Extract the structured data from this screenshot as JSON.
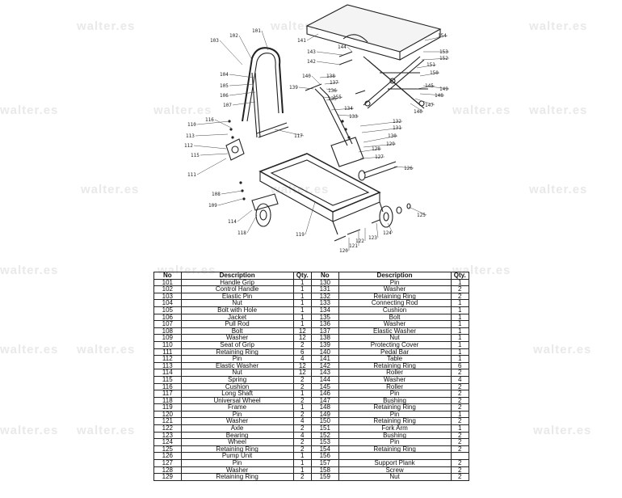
{
  "watermark": "walter.es",
  "diagram_labels": {
    "l101": "101",
    "l102": "102",
    "l103": "103",
    "l104": "104",
    "l105": "105",
    "l106": "106",
    "l107": "107",
    "l108": "108",
    "l109": "109",
    "l110": "110",
    "l111": "111",
    "l112": "112",
    "l113": "113",
    "l114": "114",
    "l115": "115",
    "l116": "116",
    "l117": "117",
    "l118": "118",
    "l119": "119",
    "l120": "120",
    "l121": "121",
    "l122": "122",
    "l123": "123",
    "l124": "124",
    "l125": "125",
    "l126": "126",
    "l127": "127",
    "l128": "128",
    "l129": "129",
    "l130": "130",
    "l131": "131",
    "l132": "132",
    "l133": "133",
    "l134": "134",
    "l135": "135",
    "l136": "136",
    "l137": "137",
    "l138": "138",
    "l139": "139",
    "l140": "140",
    "l141": "141",
    "l142": "142",
    "l143": "143",
    "l144": "144",
    "l145": "145",
    "l146": "146",
    "l147": "147",
    "l148": "148",
    "l149": "149",
    "l150": "150",
    "l151": "151",
    "l152": "152",
    "l153": "153",
    "l154": "154",
    "l155": "155"
  },
  "table": {
    "headers": [
      "No",
      "Description",
      "Qty.",
      "No",
      "Description",
      "Qty."
    ],
    "rows": [
      [
        "101",
        "Handle Grip",
        "1",
        "130",
        "Pin",
        "1"
      ],
      [
        "102",
        "Control Handle",
        "1",
        "131",
        "Washer",
        "2"
      ],
      [
        "103",
        "Elastic Pin",
        "1",
        "132",
        "Retaining Ring",
        "2"
      ],
      [
        "104",
        "Nut",
        "1",
        "133",
        "Connecting Rod",
        "1"
      ],
      [
        "105",
        "Bolt with Hole",
        "1",
        "134",
        "Cushion",
        "1"
      ],
      [
        "106",
        "Jacket",
        "1",
        "135",
        "Bolt",
        "1"
      ],
      [
        "107",
        "Pull Rod",
        "1",
        "136",
        "Washer",
        "1"
      ],
      [
        "108",
        "Bolt",
        "12",
        "137",
        "Elastic Washer",
        "1"
      ],
      [
        "109",
        "Washer",
        "12",
        "138",
        "Nut",
        "1"
      ],
      [
        "110",
        "Seat of Grip",
        "2",
        "139",
        "Protecting Cover",
        "1"
      ],
      [
        "111",
        "Retaining Ring",
        "6",
        "140",
        "Pedal Bar",
        "1"
      ],
      [
        "112",
        "Pin",
        "4",
        "141",
        "Table",
        "1"
      ],
      [
        "113",
        "Elastic Washer",
        "12",
        "142",
        "Retaining Ring",
        "6"
      ],
      [
        "114",
        "Nut",
        "12",
        "143",
        "Roller",
        "2"
      ],
      [
        "115",
        "Spring",
        "2",
        "144",
        "Washer",
        "4"
      ],
      [
        "116",
        "Cushion",
        "2",
        "145",
        "Roller",
        "2"
      ],
      [
        "117",
        "Long Shaft",
        "1",
        "146",
        "Pin",
        "2"
      ],
      [
        "118",
        "Universal Wheel",
        "2",
        "147",
        "Bushing",
        "2"
      ],
      [
        "119",
        "Frame",
        "1",
        "148",
        "Retaining Ring",
        "2"
      ],
      [
        "120",
        "Pin",
        "2",
        "149",
        "Pin",
        "1"
      ],
      [
        "121",
        "Washer",
        "4",
        "150",
        "Retaining Ring",
        "2"
      ],
      [
        "122",
        "Axle",
        "2",
        "151",
        "Fork Arm",
        "1"
      ],
      [
        "123",
        "Bearing",
        "4",
        "152",
        "Bushing",
        "2"
      ],
      [
        "124",
        "Wheel",
        "2",
        "153",
        "Pin",
        "2"
      ],
      [
        "125",
        "Retaining Ring",
        "2",
        "154",
        "Retaining Ring",
        "2"
      ],
      [
        "126",
        "Pump Unit",
        "1",
        "156",
        "",
        ""
      ],
      [
        "127",
        "Pin",
        "1",
        "157",
        "Support Plank",
        "2"
      ],
      [
        "128",
        "Washer",
        "1",
        "158",
        "Screw",
        "2"
      ],
      [
        "129",
        "Retaining Ring",
        "2",
        "159",
        "Nut",
        "2"
      ]
    ]
  }
}
